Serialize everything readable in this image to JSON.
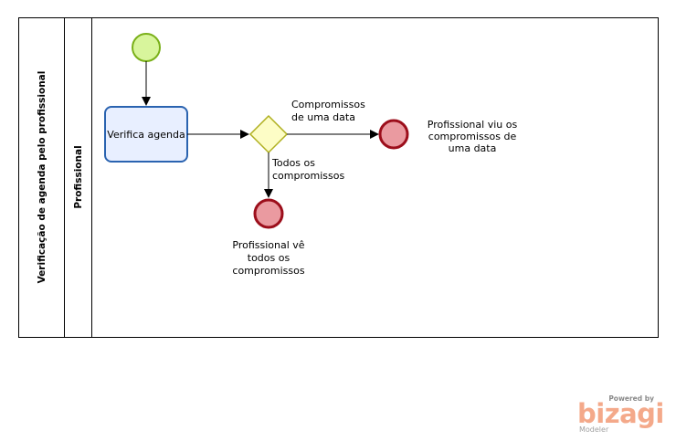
{
  "pool": {
    "label": "Verificação de agenda pelo profissional"
  },
  "lane": {
    "label": "Profissional"
  },
  "task": {
    "label": "Verifica agenda"
  },
  "flows": {
    "to_date_line1": "Compromissos",
    "to_date_line2": "de uma data",
    "to_all_line1": "Todos os",
    "to_all_line2": "compromissos"
  },
  "end_events": {
    "date_line1": "Profissional viu os",
    "date_line2": "compromissos de",
    "date_line3": "uma data",
    "all_line1": "Profissional vê",
    "all_line2": "todos os",
    "all_line3": "compromissos"
  },
  "branding": {
    "powered_by": "Powered by",
    "name": "bizagi",
    "product": "Modeler"
  },
  "colors": {
    "start_fill": "#d8f59c",
    "start_stroke": "#7ab019",
    "task_fill": "#e8efff",
    "task_stroke": "#2a63b0",
    "gateway_fill": "#fdfdc6",
    "gateway_stroke": "#b0b020",
    "end_fill": "#ea9aa0",
    "end_stroke": "#9c0e1b",
    "brand": "#f4a98a"
  }
}
